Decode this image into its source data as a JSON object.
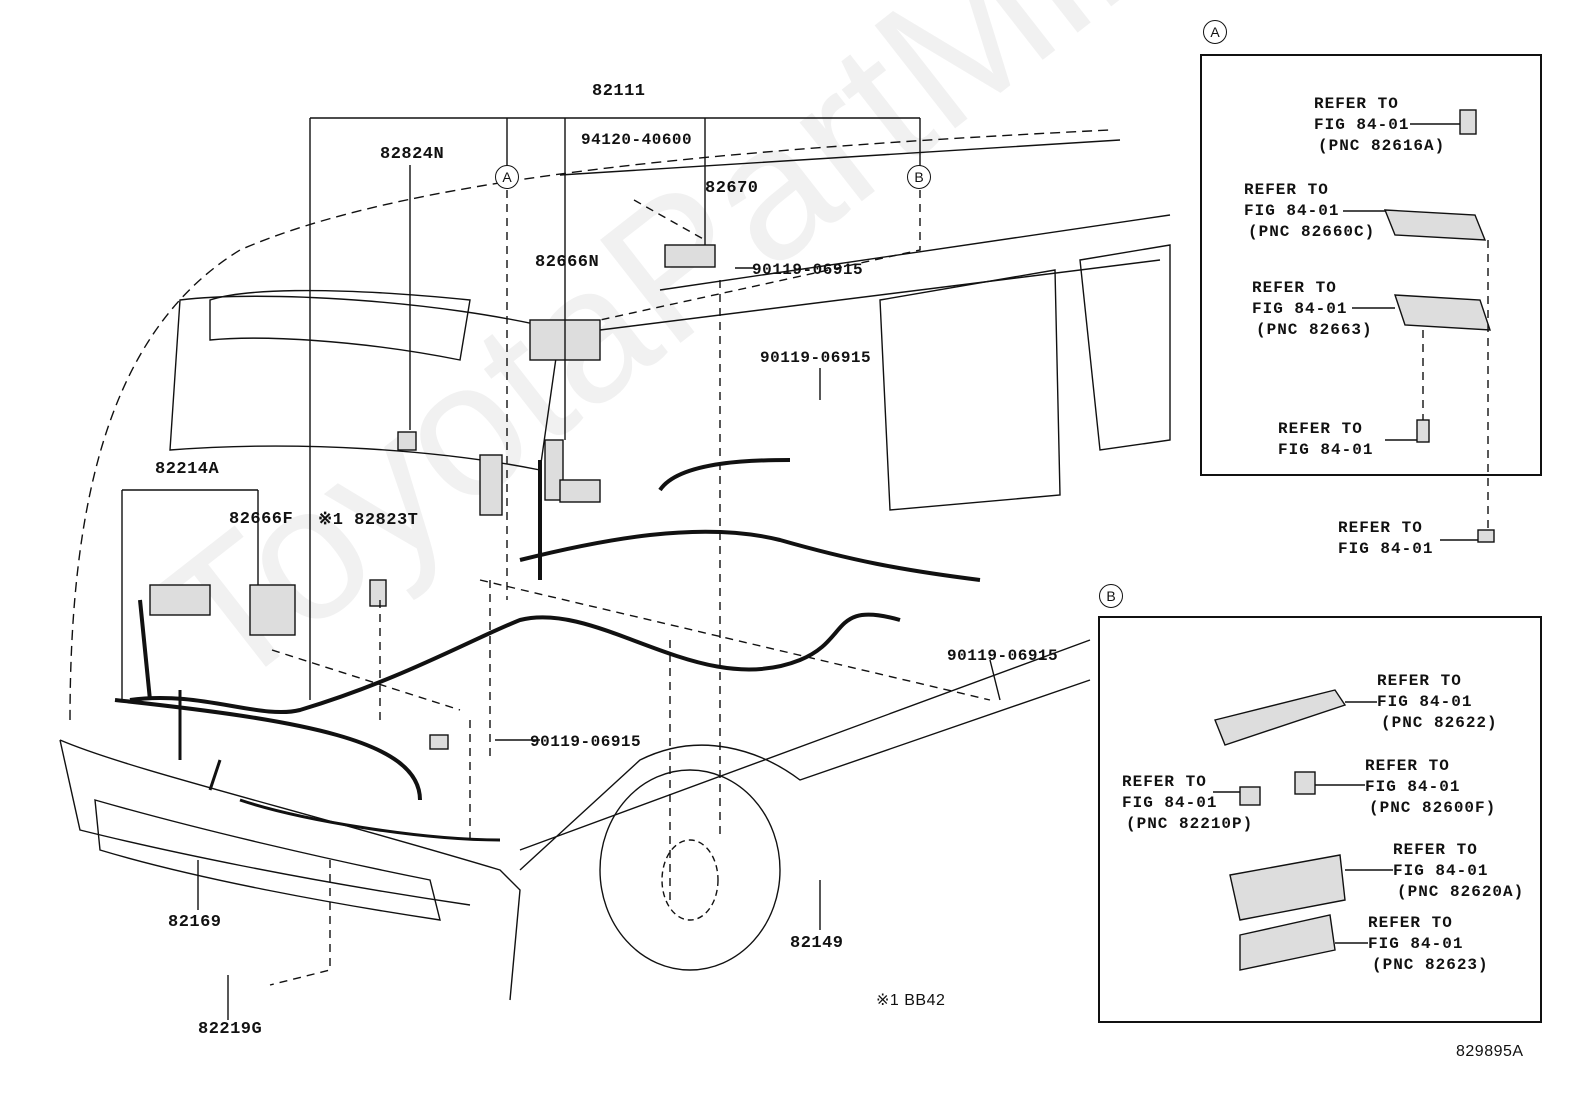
{
  "watermark": "ToyotaPartMiner.ru",
  "callouts": {
    "a": "A",
    "b": "B"
  },
  "labels": {
    "p82111": "82111",
    "p82824N": "82824N",
    "p94120": "94120-40600",
    "p82670": "82670",
    "p82666N": "82666N",
    "bolt1": "90119-06915",
    "bolt2": "90119-06915",
    "p82214A": "82214A",
    "p82666F": "82666F",
    "p82823T": "※1 82823T",
    "bolt3": "90119-06915",
    "bolt4": "90119-06915",
    "p82169": "82169",
    "p82149": "82149",
    "p82219G": "82219G",
    "note": "※1 BB42",
    "figure_id": "829895A"
  },
  "box_a": {
    "title": "A",
    "refs": [
      {
        "l1": "REFER TO",
        "l2": "FIG 84-01",
        "l3": "(PNC 82616A)"
      },
      {
        "l1": "REFER TO",
        "l2": "FIG 84-01",
        "l3": "(PNC 82660C)"
      },
      {
        "l1": "REFER TO",
        "l2": "FIG 84-01",
        "l3": "(PNC 82663)"
      },
      {
        "l1": "REFER TO",
        "l2": "FIG 84-01",
        "l3": ""
      },
      {
        "l1": "REFER TO",
        "l2": "FIG 84-01",
        "l3": ""
      }
    ]
  },
  "box_b": {
    "title": "B",
    "refs": [
      {
        "l1": "REFER TO",
        "l2": "FIG 84-01",
        "l3": "(PNC 82622)"
      },
      {
        "l1": "REFER TO",
        "l2": "FIG 84-01",
        "l3": "(PNC 82210P)"
      },
      {
        "l1": "REFER TO",
        "l2": "FIG 84-01",
        "l3": "(PNC 82600F)"
      },
      {
        "l1": "REFER TO",
        "l2": "FIG 84-01",
        "l3": "(PNC 82620A)"
      },
      {
        "l1": "REFER TO",
        "l2": "FIG 84-01",
        "l3": "(PNC 82623)"
      }
    ]
  }
}
